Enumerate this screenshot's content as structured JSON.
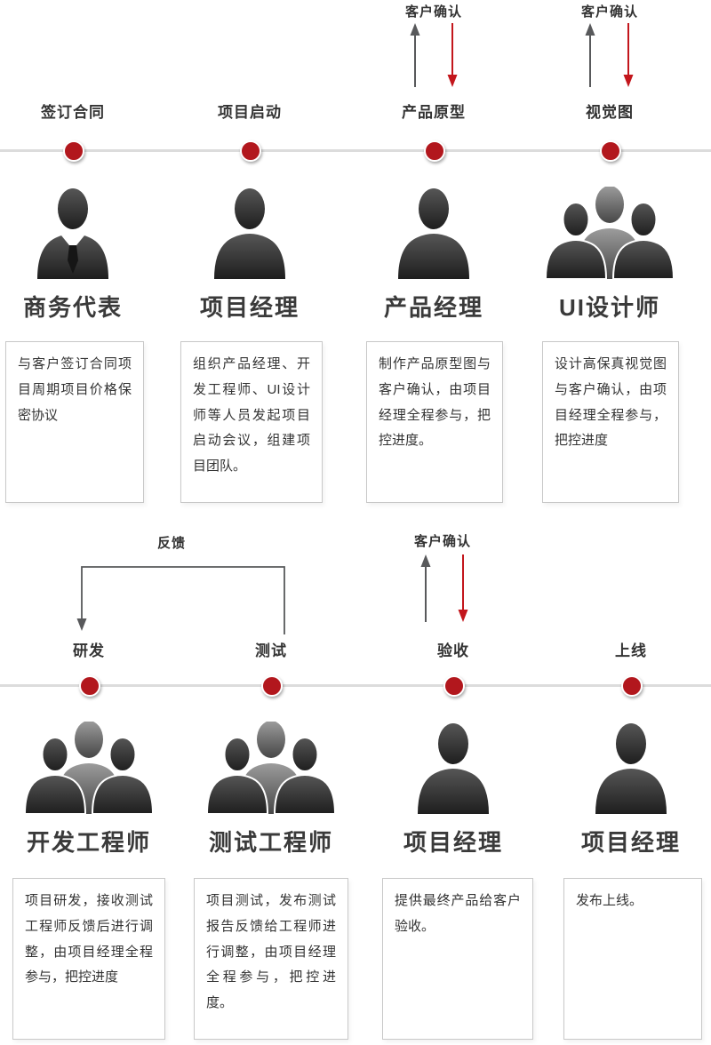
{
  "colors": {
    "accent_red": "#b2171d",
    "arrow_red": "#c3161c",
    "arrow_gray": "#58595b",
    "timeline_gray": "#dcdcdc",
    "silhouette_dark": "#2a2a2a",
    "silhouette_mid": "#8a8a8a"
  },
  "top": {
    "confirm1": "客户确认",
    "confirm2": "客户确认",
    "stages": [
      {
        "title": "签订合同",
        "role": "商务代表",
        "desc": "与客户签订合同项目周期项目价格保密协议"
      },
      {
        "title": "项目启动",
        "role": "项目经理",
        "desc": "组织产品经理、开发工程师、UI设计师等人员发起项目启动会议，组建项目团队。"
      },
      {
        "title": "产品原型",
        "role": "产品经理",
        "desc": "制作产品原型图与客户确认，由项目经理全程参与，把控进度。"
      },
      {
        "title": "视觉图",
        "role": "UI设计师",
        "desc": "设计高保真视觉图与客户确认，由项目经理全程参与，把控进度"
      }
    ]
  },
  "bottom": {
    "feedback": "反馈",
    "confirm": "客户确认",
    "stages": [
      {
        "title": "研发",
        "role": "开发工程师",
        "desc": "项目研发，接收测试工程师反馈后进行调整，由项目经理全程参与，把控进度"
      },
      {
        "title": "测试",
        "role": "测试工程师",
        "desc": "项目测试，发布测试报告反馈给工程师进行调整，由项目经理全程参与，把控进度。"
      },
      {
        "title": "验收",
        "role": "项目经理",
        "desc": "提供最终产品给客户验收。"
      },
      {
        "title": "上线",
        "role": "项目经理",
        "desc": "发布上线。"
      }
    ]
  }
}
